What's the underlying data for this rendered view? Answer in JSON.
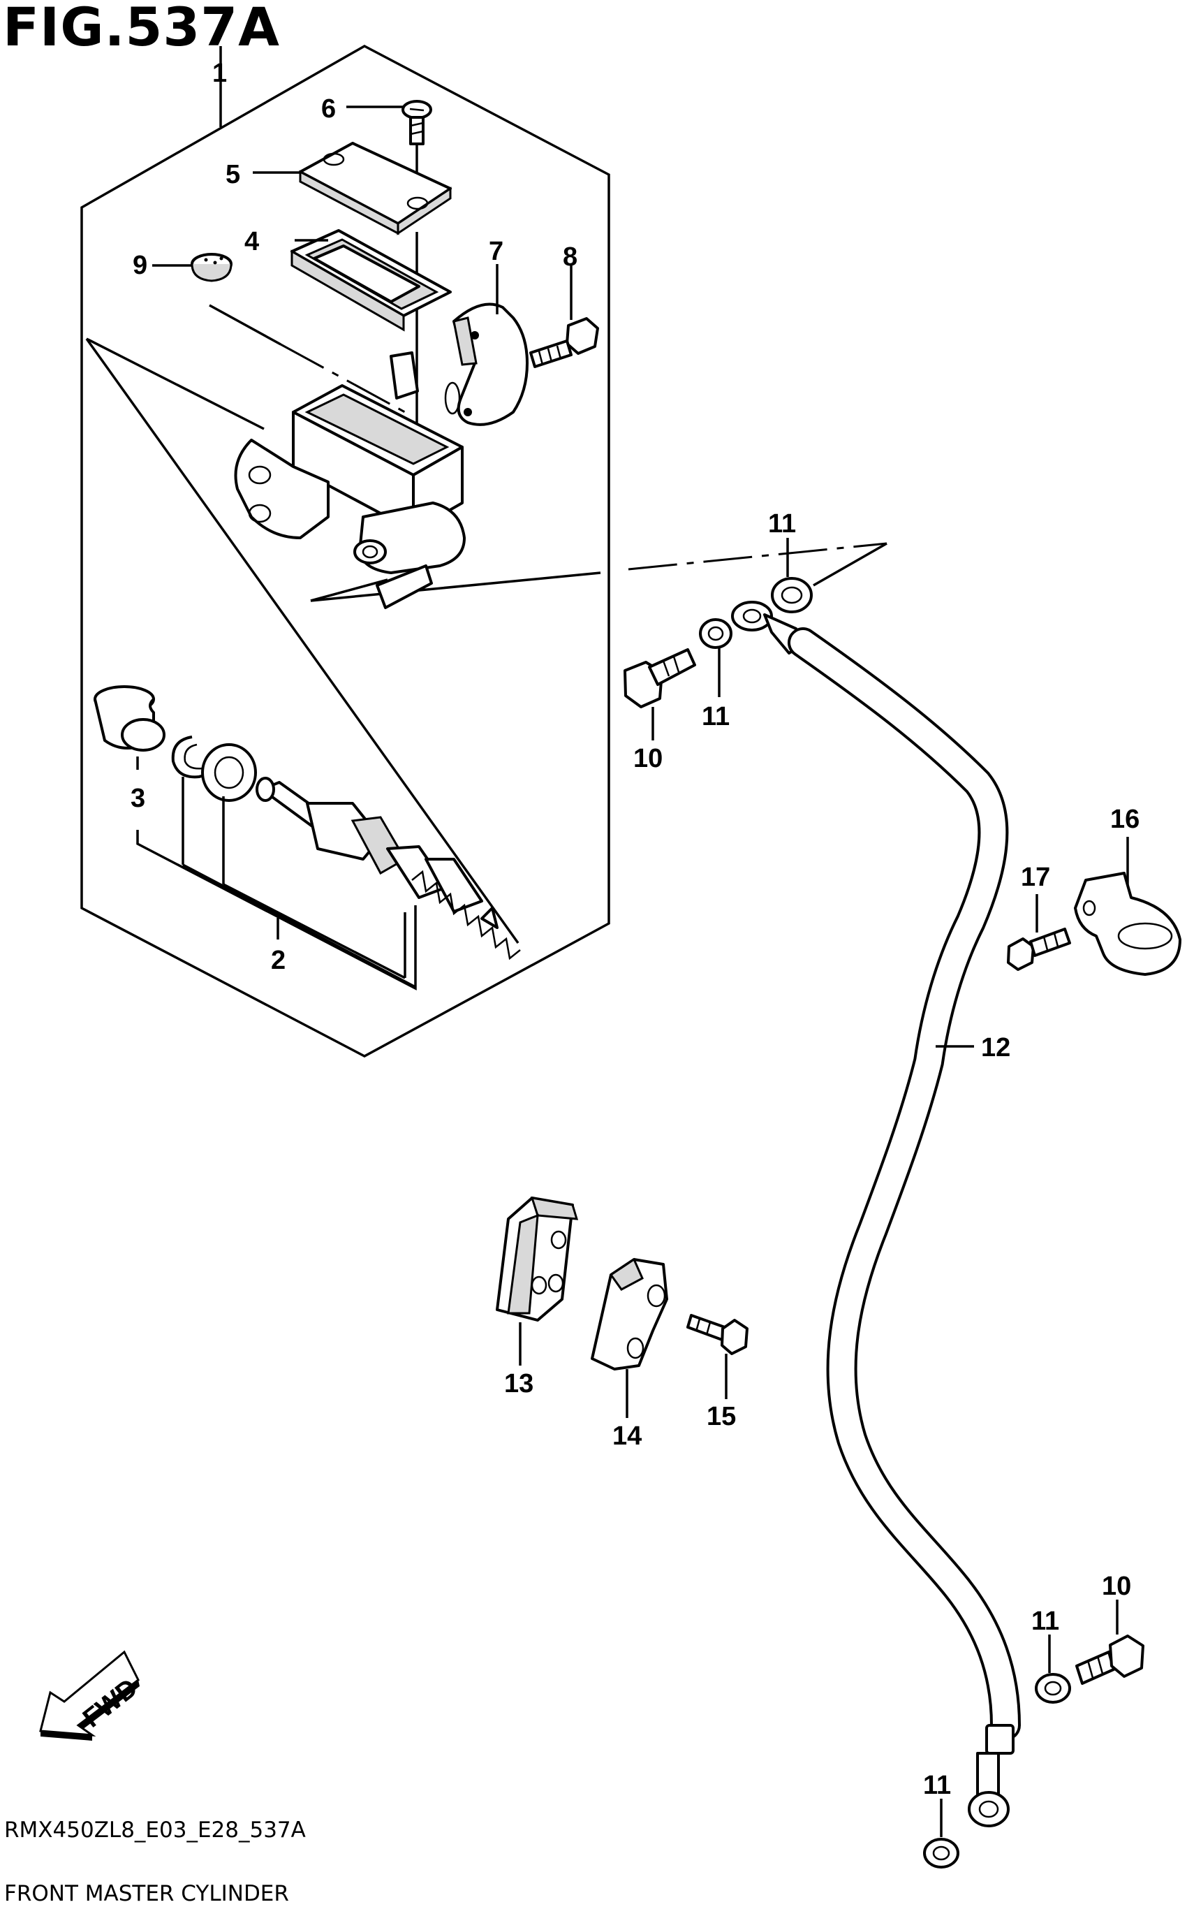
{
  "figure": {
    "title": "FIG.537A",
    "code": "RMX450ZL8_E03_E28_537A",
    "caption": "FRONT MASTER CYLINDER"
  },
  "direction_arrow": {
    "label": "FWD",
    "icon": "fwd-arrow-icon"
  },
  "callouts": {
    "c1": "1",
    "c2": "2",
    "c3": "3",
    "c4": "4",
    "c5": "5",
    "c6": "6",
    "c7": "7",
    "c8": "8",
    "c9": "9",
    "c10a": "10",
    "c10b": "10",
    "c11a": "11",
    "c11b": "11",
    "c11c": "11",
    "c11d": "11",
    "c12": "12",
    "c13": "13",
    "c14": "14",
    "c15": "15",
    "c16": "16",
    "c17": "17"
  }
}
